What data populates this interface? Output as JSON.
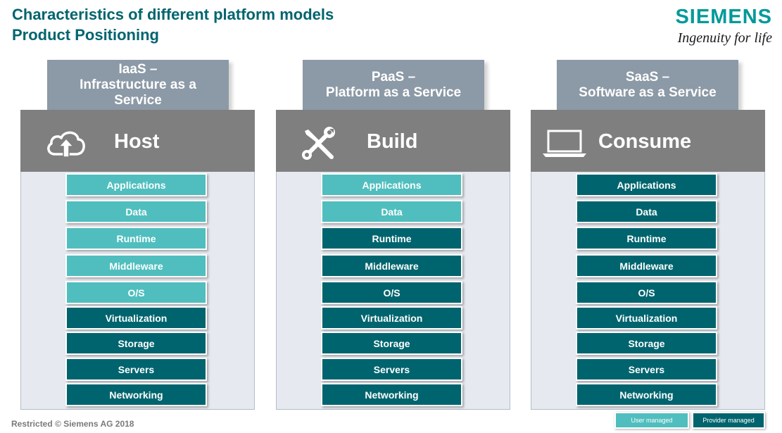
{
  "title": {
    "line1": "Characteristics of different platform models",
    "line2": "Product Positioning"
  },
  "brand": {
    "name": "SIEMENS",
    "tagline": "Ingenuity for life"
  },
  "colors": {
    "user_managed": "#50bebe",
    "provider_managed": "#00646e",
    "title": "#00646e",
    "tab": "#8c99a6",
    "header": "#7f7f7f"
  },
  "columns": [
    {
      "tab_line1": "IaaS –",
      "tab_line2": "Infrastructure as a",
      "tab_line3": "Service",
      "label": "Host",
      "icon": "cloud-upload-icon",
      "layers": [
        {
          "label": "Applications",
          "managed": "user"
        },
        {
          "label": "Data",
          "managed": "user"
        },
        {
          "label": "Runtime",
          "managed": "user"
        },
        {
          "label": "Middleware",
          "managed": "user"
        },
        {
          "label": "O/S",
          "managed": "user"
        },
        {
          "label": "Virtualization",
          "managed": "provider"
        },
        {
          "label": "Storage",
          "managed": "provider"
        },
        {
          "label": "Servers",
          "managed": "provider"
        },
        {
          "label": "Networking",
          "managed": "provider"
        }
      ]
    },
    {
      "tab_line1": "PaaS –",
      "tab_line2": "Platform as a Service",
      "label": "Build",
      "icon": "wrench-screwdriver-icon",
      "layers": [
        {
          "label": "Applications",
          "managed": "user"
        },
        {
          "label": "Data",
          "managed": "user"
        },
        {
          "label": "Runtime",
          "managed": "provider"
        },
        {
          "label": "Middleware",
          "managed": "provider"
        },
        {
          "label": "O/S",
          "managed": "provider"
        },
        {
          "label": "Virtualization",
          "managed": "provider"
        },
        {
          "label": "Storage",
          "managed": "provider"
        },
        {
          "label": "Servers",
          "managed": "provider"
        },
        {
          "label": "Networking",
          "managed": "provider"
        }
      ]
    },
    {
      "tab_line1": "SaaS –",
      "tab_line2": "Software as a Service",
      "label": "Consume",
      "icon": "laptop-icon",
      "layers": [
        {
          "label": "Applications",
          "managed": "provider"
        },
        {
          "label": "Data",
          "managed": "provider"
        },
        {
          "label": "Runtime",
          "managed": "provider"
        },
        {
          "label": "Middleware",
          "managed": "provider"
        },
        {
          "label": "O/S",
          "managed": "provider"
        },
        {
          "label": "Virtualization",
          "managed": "provider"
        },
        {
          "label": "Storage",
          "managed": "provider"
        },
        {
          "label": "Servers",
          "managed": "provider"
        },
        {
          "label": "Networking",
          "managed": "provider"
        }
      ]
    }
  ],
  "footer": {
    "text": "Restricted © Siemens AG 2018"
  },
  "legend": {
    "user": "User managed",
    "provider": "Provider managed"
  }
}
